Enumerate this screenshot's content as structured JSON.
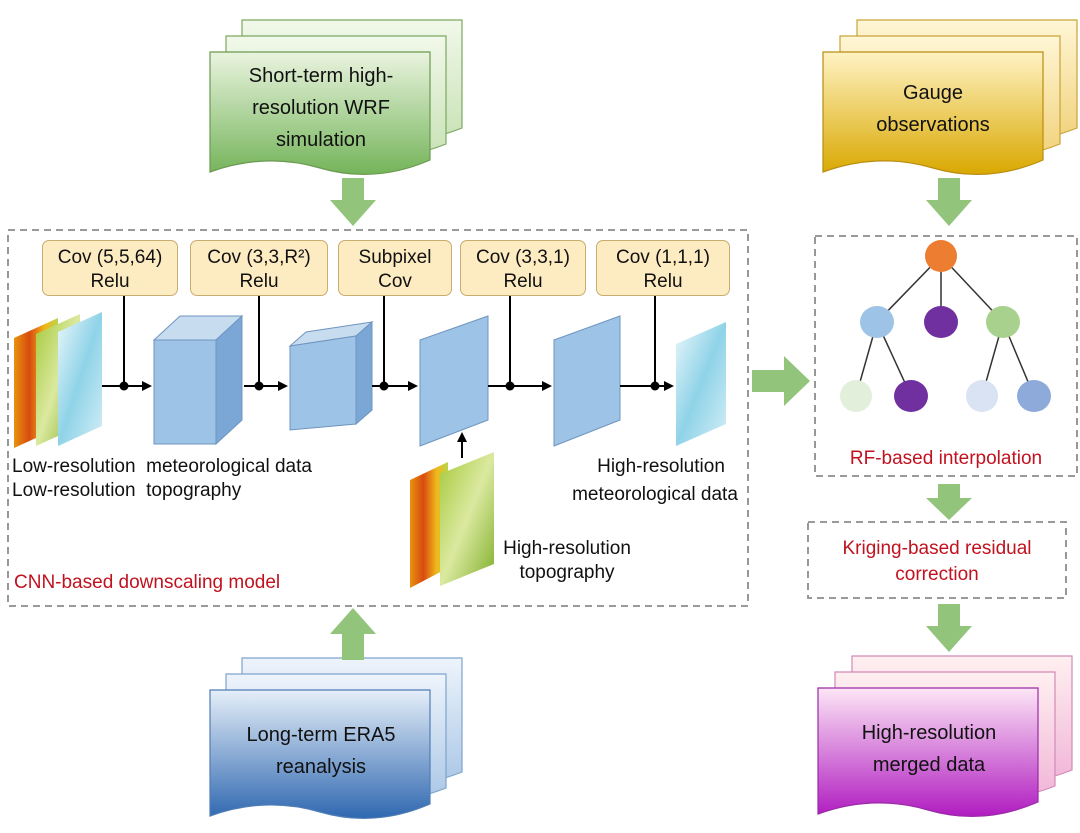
{
  "inputs": {
    "wrf": "Short-term high-resolution WRF simulation",
    "era5": "Long-term ERA5 reanalysis",
    "gauge": "Gauge observations",
    "merged": "High-resolution merged data"
  },
  "cnn": {
    "layers": [
      {
        "line1": "Cov (5,5,64)",
        "line2": "Relu"
      },
      {
        "line1": "Cov (3,3,R²)",
        "line2": "Relu"
      },
      {
        "line1": "Subpixel",
        "line2": "Cov"
      },
      {
        "line1": "Cov (3,3,1)",
        "line2": "Relu"
      },
      {
        "line1": "Cov (1,1,1)",
        "line2": "Relu"
      }
    ],
    "label_lowres_met": "Low-resolution  meteorological data",
    "label_lowres_topo": "Low-resolution  topography",
    "label_highres_met_1": "High-resolution",
    "label_highres_met_2": "meteorological data",
    "label_highres_topo_1": "High-resolution",
    "label_highres_topo_2": "topography",
    "model_label": "CNN-based downscaling model"
  },
  "rf_label": "RF-based interpolation",
  "kriging_label": "Kriging-based residual correction",
  "colors": {
    "green_doc": "#a9d08e",
    "gold_doc": "#e8b820",
    "blue_doc": "#6a9ed0",
    "magenta_doc": "#c020c8",
    "arrow_green": "#92c47c",
    "cube": "#9dc3e6",
    "orange_node": "#ed7d31",
    "purple_node": "#7030a0",
    "lightblue_node": "#9dc3e6",
    "green_node": "#a9d18e",
    "red_text": "#c1121f"
  }
}
